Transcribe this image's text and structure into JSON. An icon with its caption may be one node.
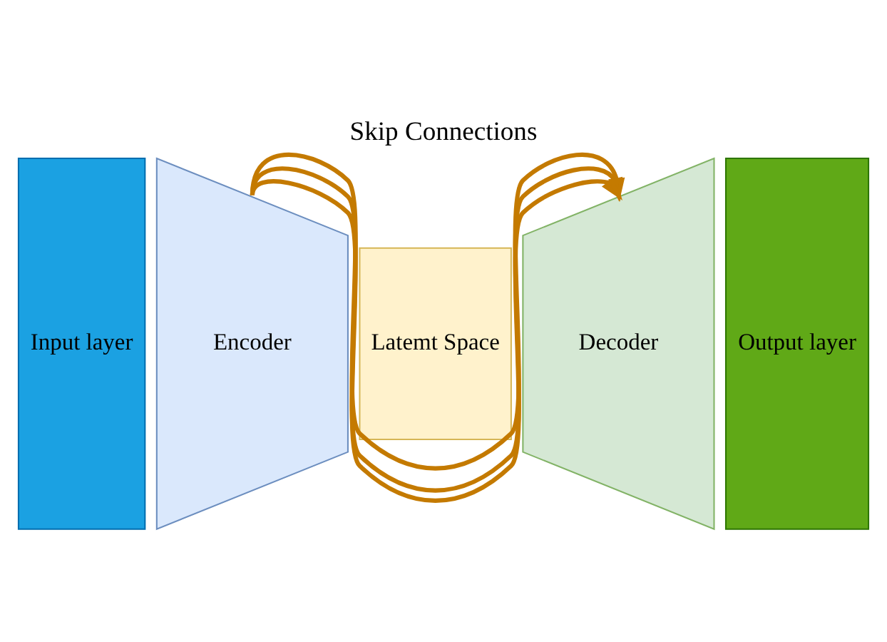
{
  "diagram": {
    "title": "Skip Connections",
    "nodes": [
      {
        "text": [
          "Input layer"
        ]
      },
      {
        "text": [
          "Encoder"
        ]
      },
      {
        "text": [
          "Latemt Space"
        ]
      },
      {
        "text": [
          "Decoder"
        ]
      },
      {
        "text": [
          "Output layer"
        ]
      }
    ],
    "edges": [
      {
        "from": 1,
        "to": 3,
        "arrow": "to"
      },
      {
        "from": 1,
        "to": 3,
        "arrow": "to"
      },
      {
        "from": 1,
        "to": 3,
        "arrow": "to"
      }
    ]
  }
}
